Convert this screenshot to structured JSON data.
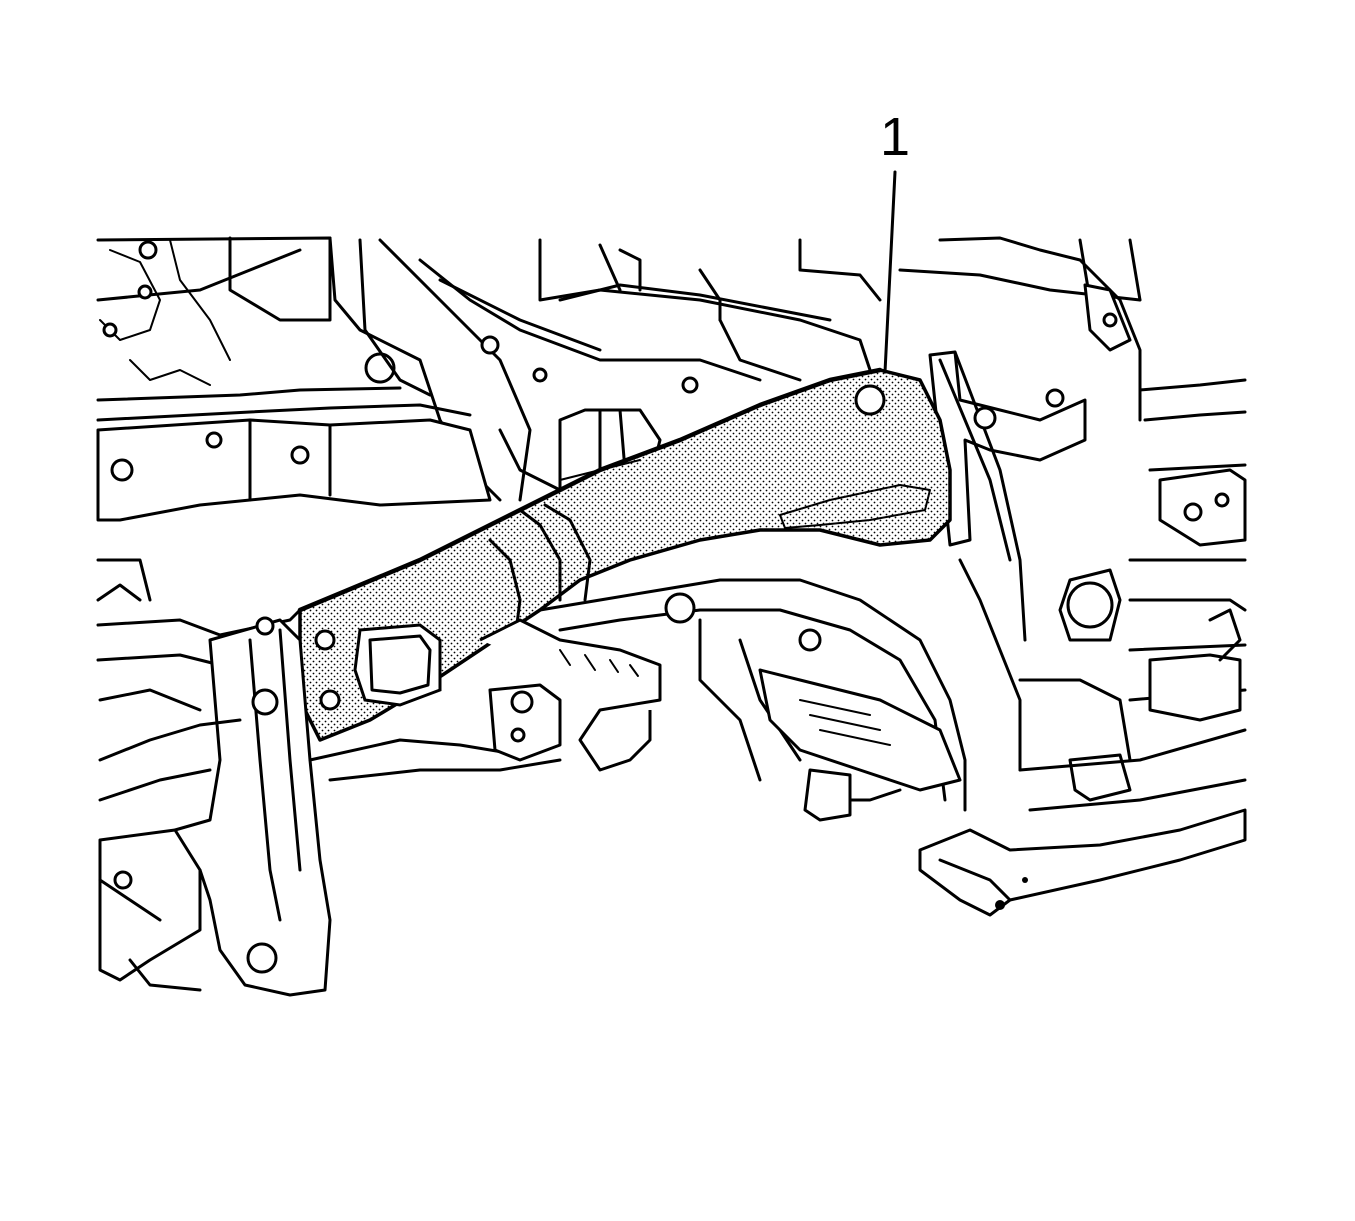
{
  "callouts": [
    {
      "id": "1",
      "label": "1"
    }
  ],
  "colors": {
    "line": "#000000",
    "background": "#ffffff",
    "highlight_fill": "stippled-grey"
  }
}
